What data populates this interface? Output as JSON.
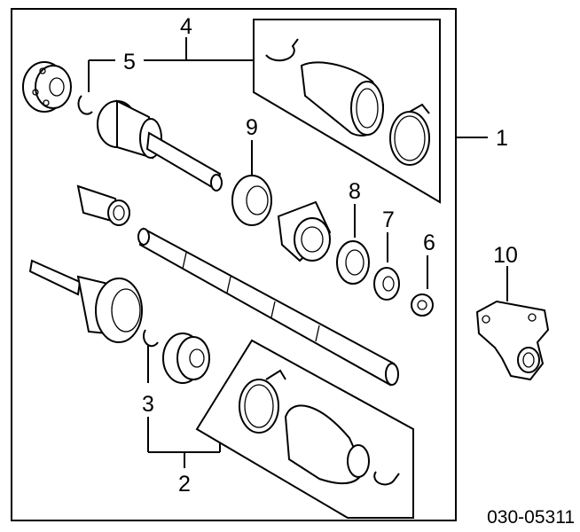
{
  "callouts": {
    "c1": "1",
    "c2": "2",
    "c3": "3",
    "c4": "4",
    "c5": "5",
    "c6": "6",
    "c7": "7",
    "c8": "8",
    "c9": "9",
    "c10": "10"
  },
  "diagram_code": "030-05311"
}
